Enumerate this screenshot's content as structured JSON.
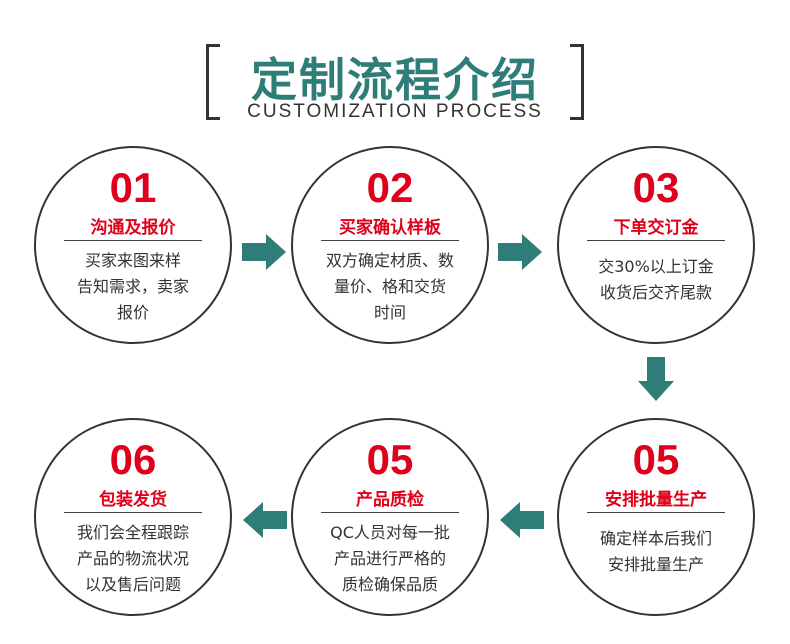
{
  "header": {
    "title": "定制流程介绍",
    "subtitle": "CUSTOMIZATION PROCESS"
  },
  "colors": {
    "accent": "#2f7d78",
    "step_red": "#e0001b",
    "outline": "#333333"
  },
  "steps": [
    {
      "number": "01",
      "title": "沟通及报价",
      "desc": "买家来图来样\n告知需求，卖家\n报价"
    },
    {
      "number": "02",
      "title": "买家确认样板",
      "desc": "双方确定材质、数\n量价、格和交货\n时间"
    },
    {
      "number": "03",
      "title": "下单交订金",
      "desc": "交30%以上订金\n收货后交齐尾款"
    },
    {
      "number": "05",
      "title": "安排批量生产",
      "desc": "确定样本后我们\n安排批量生产"
    },
    {
      "number": "05",
      "title": "产品质检",
      "desc": "QC人员对每一批\n产品进行严格的\n质检确保品质"
    },
    {
      "number": "06",
      "title": "包装发货",
      "desc": "我们会全程跟踪\n产品的物流状况\n以及售后问题"
    }
  ],
  "arrows": [
    {
      "direction": "right"
    },
    {
      "direction": "right"
    },
    {
      "direction": "down"
    },
    {
      "direction": "left"
    },
    {
      "direction": "left"
    }
  ]
}
